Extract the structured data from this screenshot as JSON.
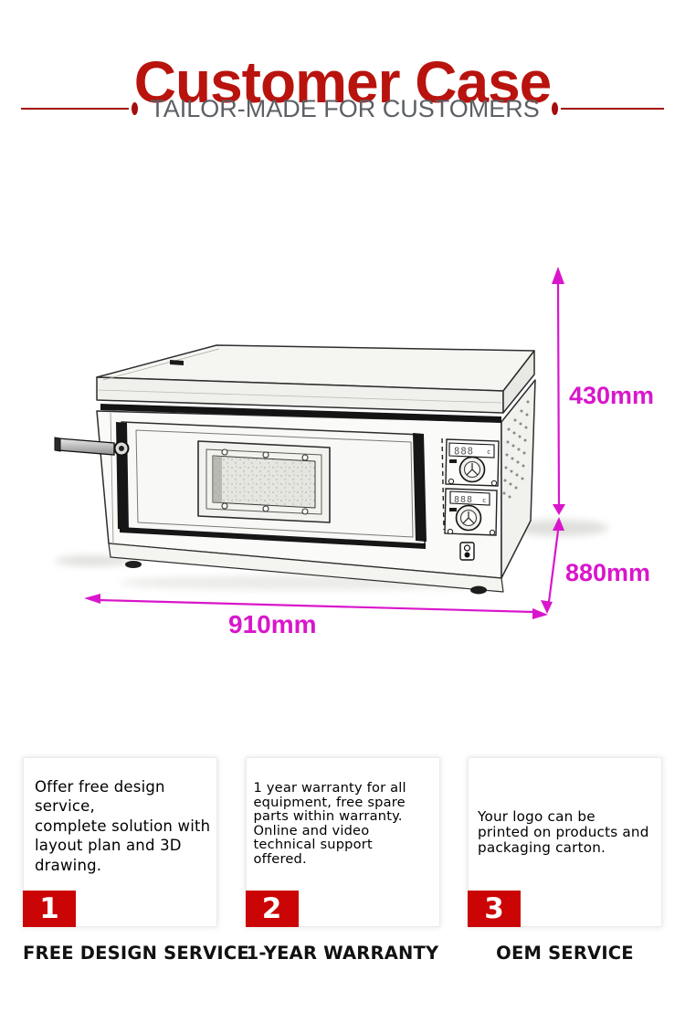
{
  "header": {
    "title": "Customer Case",
    "subtitle": "TAILOR-MADE FOR CUSTOMERS"
  },
  "diagram": {
    "dimensions": {
      "height_upper": "430mm",
      "height_lower": "880mm",
      "width": "910mm"
    },
    "oven": {
      "display_top": "888",
      "display_top_unit": "c",
      "display_bottom": "888",
      "display_bottom_unit": "c"
    }
  },
  "features": [
    {
      "number": "1",
      "description": "Offer free design\nservice,\ncomplete solution with\nlayout plan and 3D\ndrawing.",
      "label": "FREE DESIGN SERVICE"
    },
    {
      "number": "2",
      "description": "1 year warranty for all\nequipment, free spare\nparts within warranty.\nOnline and video\ntechnical support\noffered.",
      "label": "1-YEAR WARRANTY"
    },
    {
      "number": "3",
      "description": "Your logo can be\nprinted on products and\npackaging carton.",
      "label": "OEM SERVICE"
    }
  ],
  "colors": {
    "title_red": "#b9130e",
    "line_red": "#a30d0c",
    "badge_red": "#cb0406",
    "dimension_magenta": "#d916cb",
    "subtitle_gray": "#5c6065"
  }
}
